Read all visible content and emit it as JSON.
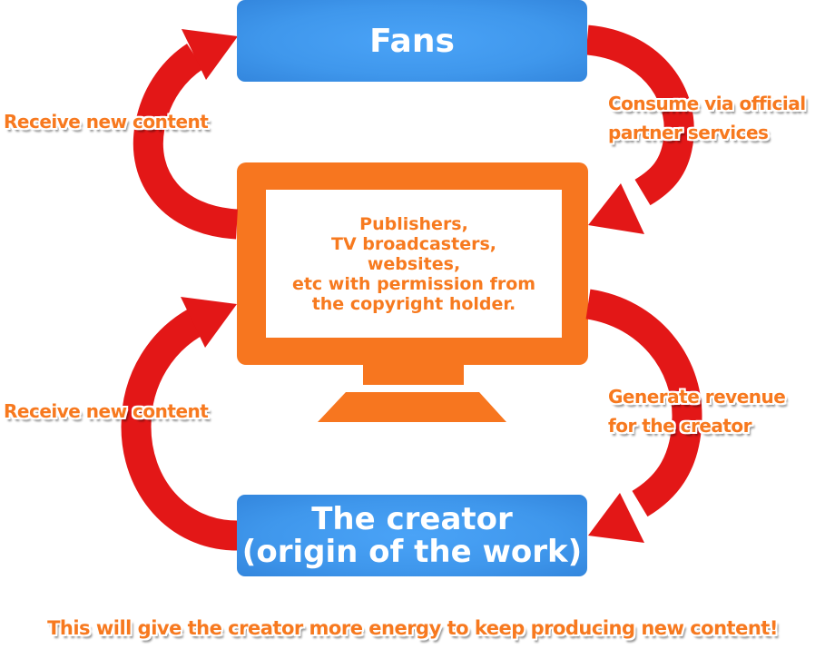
{
  "colors": {
    "box_blue": "#3f97ec",
    "monitor_orange": "#f7761f",
    "arrow_red": "#e31717",
    "label_orange": "#f7791f"
  },
  "nodes": {
    "fans": {
      "label": "Fans"
    },
    "platforms": {
      "lines": [
        "Publishers,",
        "TV broadcasters,",
        "websites,",
        "etc with permission from",
        "the copyright holder."
      ]
    },
    "creator": {
      "lines": [
        "The creator",
        "(origin of the work)"
      ]
    }
  },
  "edges": {
    "top_left": {
      "from": "platforms",
      "to": "fans",
      "lines": [
        "Receive new content"
      ]
    },
    "top_right": {
      "from": "fans",
      "to": "platforms",
      "lines": [
        "Consume via official",
        "partner services"
      ]
    },
    "bottom_left": {
      "from": "creator",
      "to": "platforms",
      "lines": [
        "Receive new content"
      ]
    },
    "bottom_right": {
      "from": "platforms",
      "to": "creator",
      "lines": [
        "Generate revenue",
        "for the creator"
      ]
    }
  },
  "footer": "This will give the creator more energy to keep producing new content!"
}
